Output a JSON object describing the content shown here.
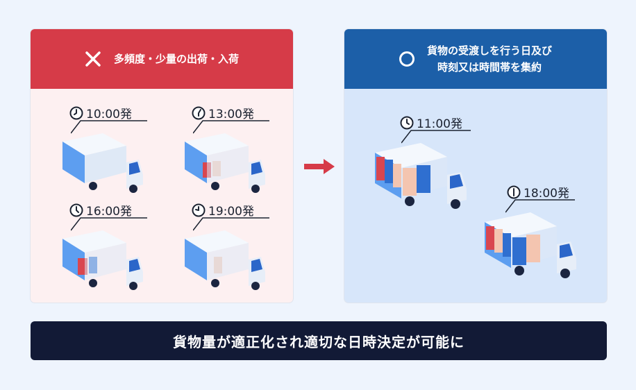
{
  "left_panel": {
    "mark_icon": "cross-icon",
    "title": "多頻度・少量の出荷・入荷",
    "color": "#d63b48",
    "trucks": [
      {
        "time": "10:00発",
        "load": "empty"
      },
      {
        "time": "13:00発",
        "load": "partial"
      },
      {
        "time": "16:00発",
        "load": "partial"
      },
      {
        "time": "19:00発",
        "load": "few"
      }
    ]
  },
  "right_panel": {
    "mark_icon": "circle-icon",
    "title_line1": "貨物の受渡しを行う日及び",
    "title_line2": "時刻又は時間帯を集約",
    "color": "#1c5fa8",
    "trucks": [
      {
        "time": "11:00発",
        "load": "full"
      },
      {
        "time": "18:00発",
        "load": "full"
      }
    ]
  },
  "arrow_icon": "right-arrow-icon",
  "arrow_color": "#d63b48",
  "conclusion": "貨物量が適正化され適切な日時決定が可能に"
}
